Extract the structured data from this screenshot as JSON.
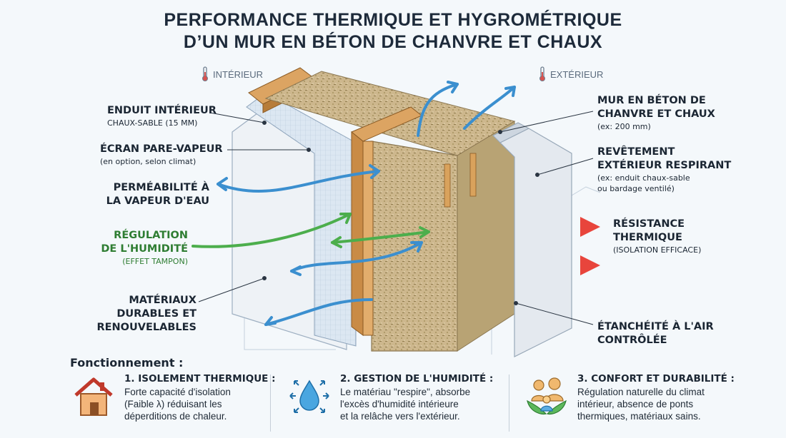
{
  "title": {
    "line1": "Performance thermique et hygrométrique",
    "line2": "d’un mur en béton de chanvre et chaux"
  },
  "sides": {
    "interior": "Intérieur",
    "exterior": "Extérieur"
  },
  "labels_left": {
    "enduit": {
      "heading": "Enduit intérieur",
      "sub": "Chaux-sable (15 mm)"
    },
    "ecran": {
      "heading": "Écran pare-vapeur",
      "sub": "(en option, selon climat)"
    },
    "permeabilite": {
      "line1": "Perméabilité à",
      "line2": "la vapeur d'eau"
    },
    "regulation": {
      "line1": "Régulation",
      "line2": "de l'humidité",
      "sub": "(effet tampon)"
    },
    "materiaux": {
      "line1": "Matériaux",
      "line2": "durables et",
      "line3": "renouvelables"
    }
  },
  "labels_right": {
    "mur": {
      "line1": "Mur en béton de",
      "line2": "chanvre et chaux",
      "sub": "(ex: 200 mm)"
    },
    "revetement": {
      "line1": "Revêtement",
      "line2": "extérieur respirant",
      "sub1": "(ex: enduit chaux-sable",
      "sub2": "ou bardage ventilé)"
    },
    "resistance": {
      "line1": "Résistance",
      "line2": "thermique",
      "sub": "(isolation efficace)"
    },
    "etancheite": {
      "line1": "Étanchéité à l'air",
      "line2": "contrôlée"
    }
  },
  "functioning": {
    "title": "Fonctionnement :",
    "items": [
      {
        "icon": "house-icon",
        "heading": "1. Isolement thermique :",
        "lines": [
          "Forte capacité d'isolation",
          "(Faible λ) réduisant les",
          "déperditions de chaleur."
        ]
      },
      {
        "icon": "water-drop-icon",
        "heading": "2. Gestion de l'humidité :",
        "lines": [
          "Le matériau \"respire\", absorbe",
          "l'excès d'humidité intérieure",
          "et la relâche vers l'extérieur."
        ]
      },
      {
        "icon": "people-leaf-icon",
        "heading": "3. Confort et durabilité :",
        "lines": [
          "Régulation naturelle du climat",
          "intérieur, absence de ponts",
          "thermiques, matériaux sains."
        ]
      }
    ]
  },
  "colors": {
    "vapor_arrow": "#4a9fd8",
    "humidity_arrow": "#5cb85c",
    "heat_arrow": "#e8453c",
    "hemp": "#c9b48a",
    "wood": "#d9a25c",
    "plaster": "#e6ecf2"
  }
}
